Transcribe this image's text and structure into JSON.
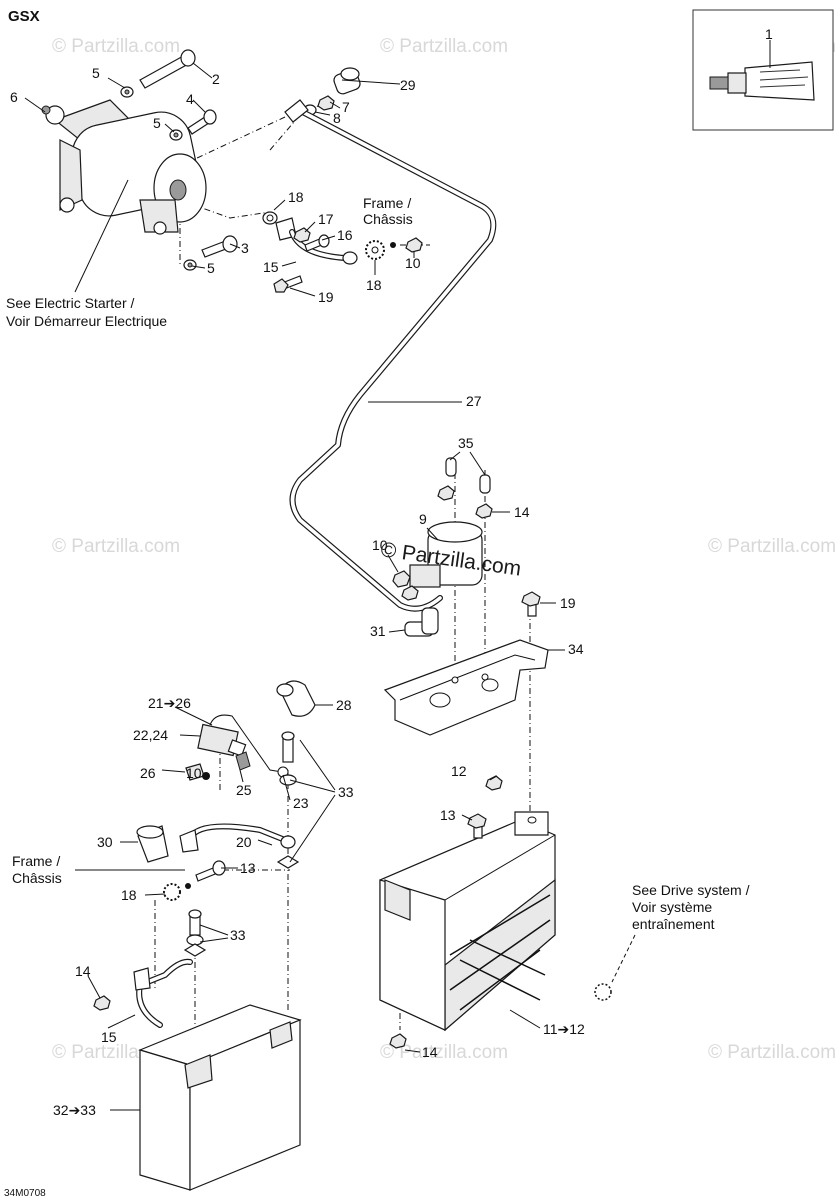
{
  "model_label": "GSX",
  "drawing_code": "34M0708",
  "watermark": "© Partzilla.com",
  "notes": {
    "electric_starter": [
      "See Electric Starter /",
      "Voir Démarreur Electrique"
    ],
    "frame_top": [
      "Frame /",
      "Châssis"
    ],
    "frame_bottom": [
      "Frame /",
      "Châssis"
    ],
    "drive_system": [
      "See Drive system /",
      "Voir système",
      "entraînement"
    ]
  },
  "callouts": {
    "c1": "1",
    "c2": "2",
    "c3": "3",
    "c4": "4",
    "c5a": "5",
    "c5b": "5",
    "c5c": "5",
    "c6": "6",
    "c7": "7",
    "c8": "8",
    "c9": "9",
    "c10a": "10",
    "c10b": "10",
    "c10c": "10",
    "c12": "12",
    "c13a": "13",
    "c13b": "13",
    "c14a": "14",
    "c14b": "14",
    "c14c": "14",
    "c15a": "15",
    "c15b": "15",
    "c16": "16",
    "c17": "17",
    "c18a": "18",
    "c18b": "18",
    "c18c": "18",
    "c19a": "19",
    "c19b": "19",
    "c20": "20",
    "c21_26": "21➔26",
    "c22_24": "22,24",
    "c23": "23",
    "c25": "25",
    "c26": "26",
    "c27": "27",
    "c28": "28",
    "c29": "29",
    "c30": "30",
    "c31": "31",
    "c32_33": "32➔33",
    "c33a": "33",
    "c33b": "33",
    "c34": "34",
    "c35": "35",
    "c11_12": "11➔12"
  }
}
